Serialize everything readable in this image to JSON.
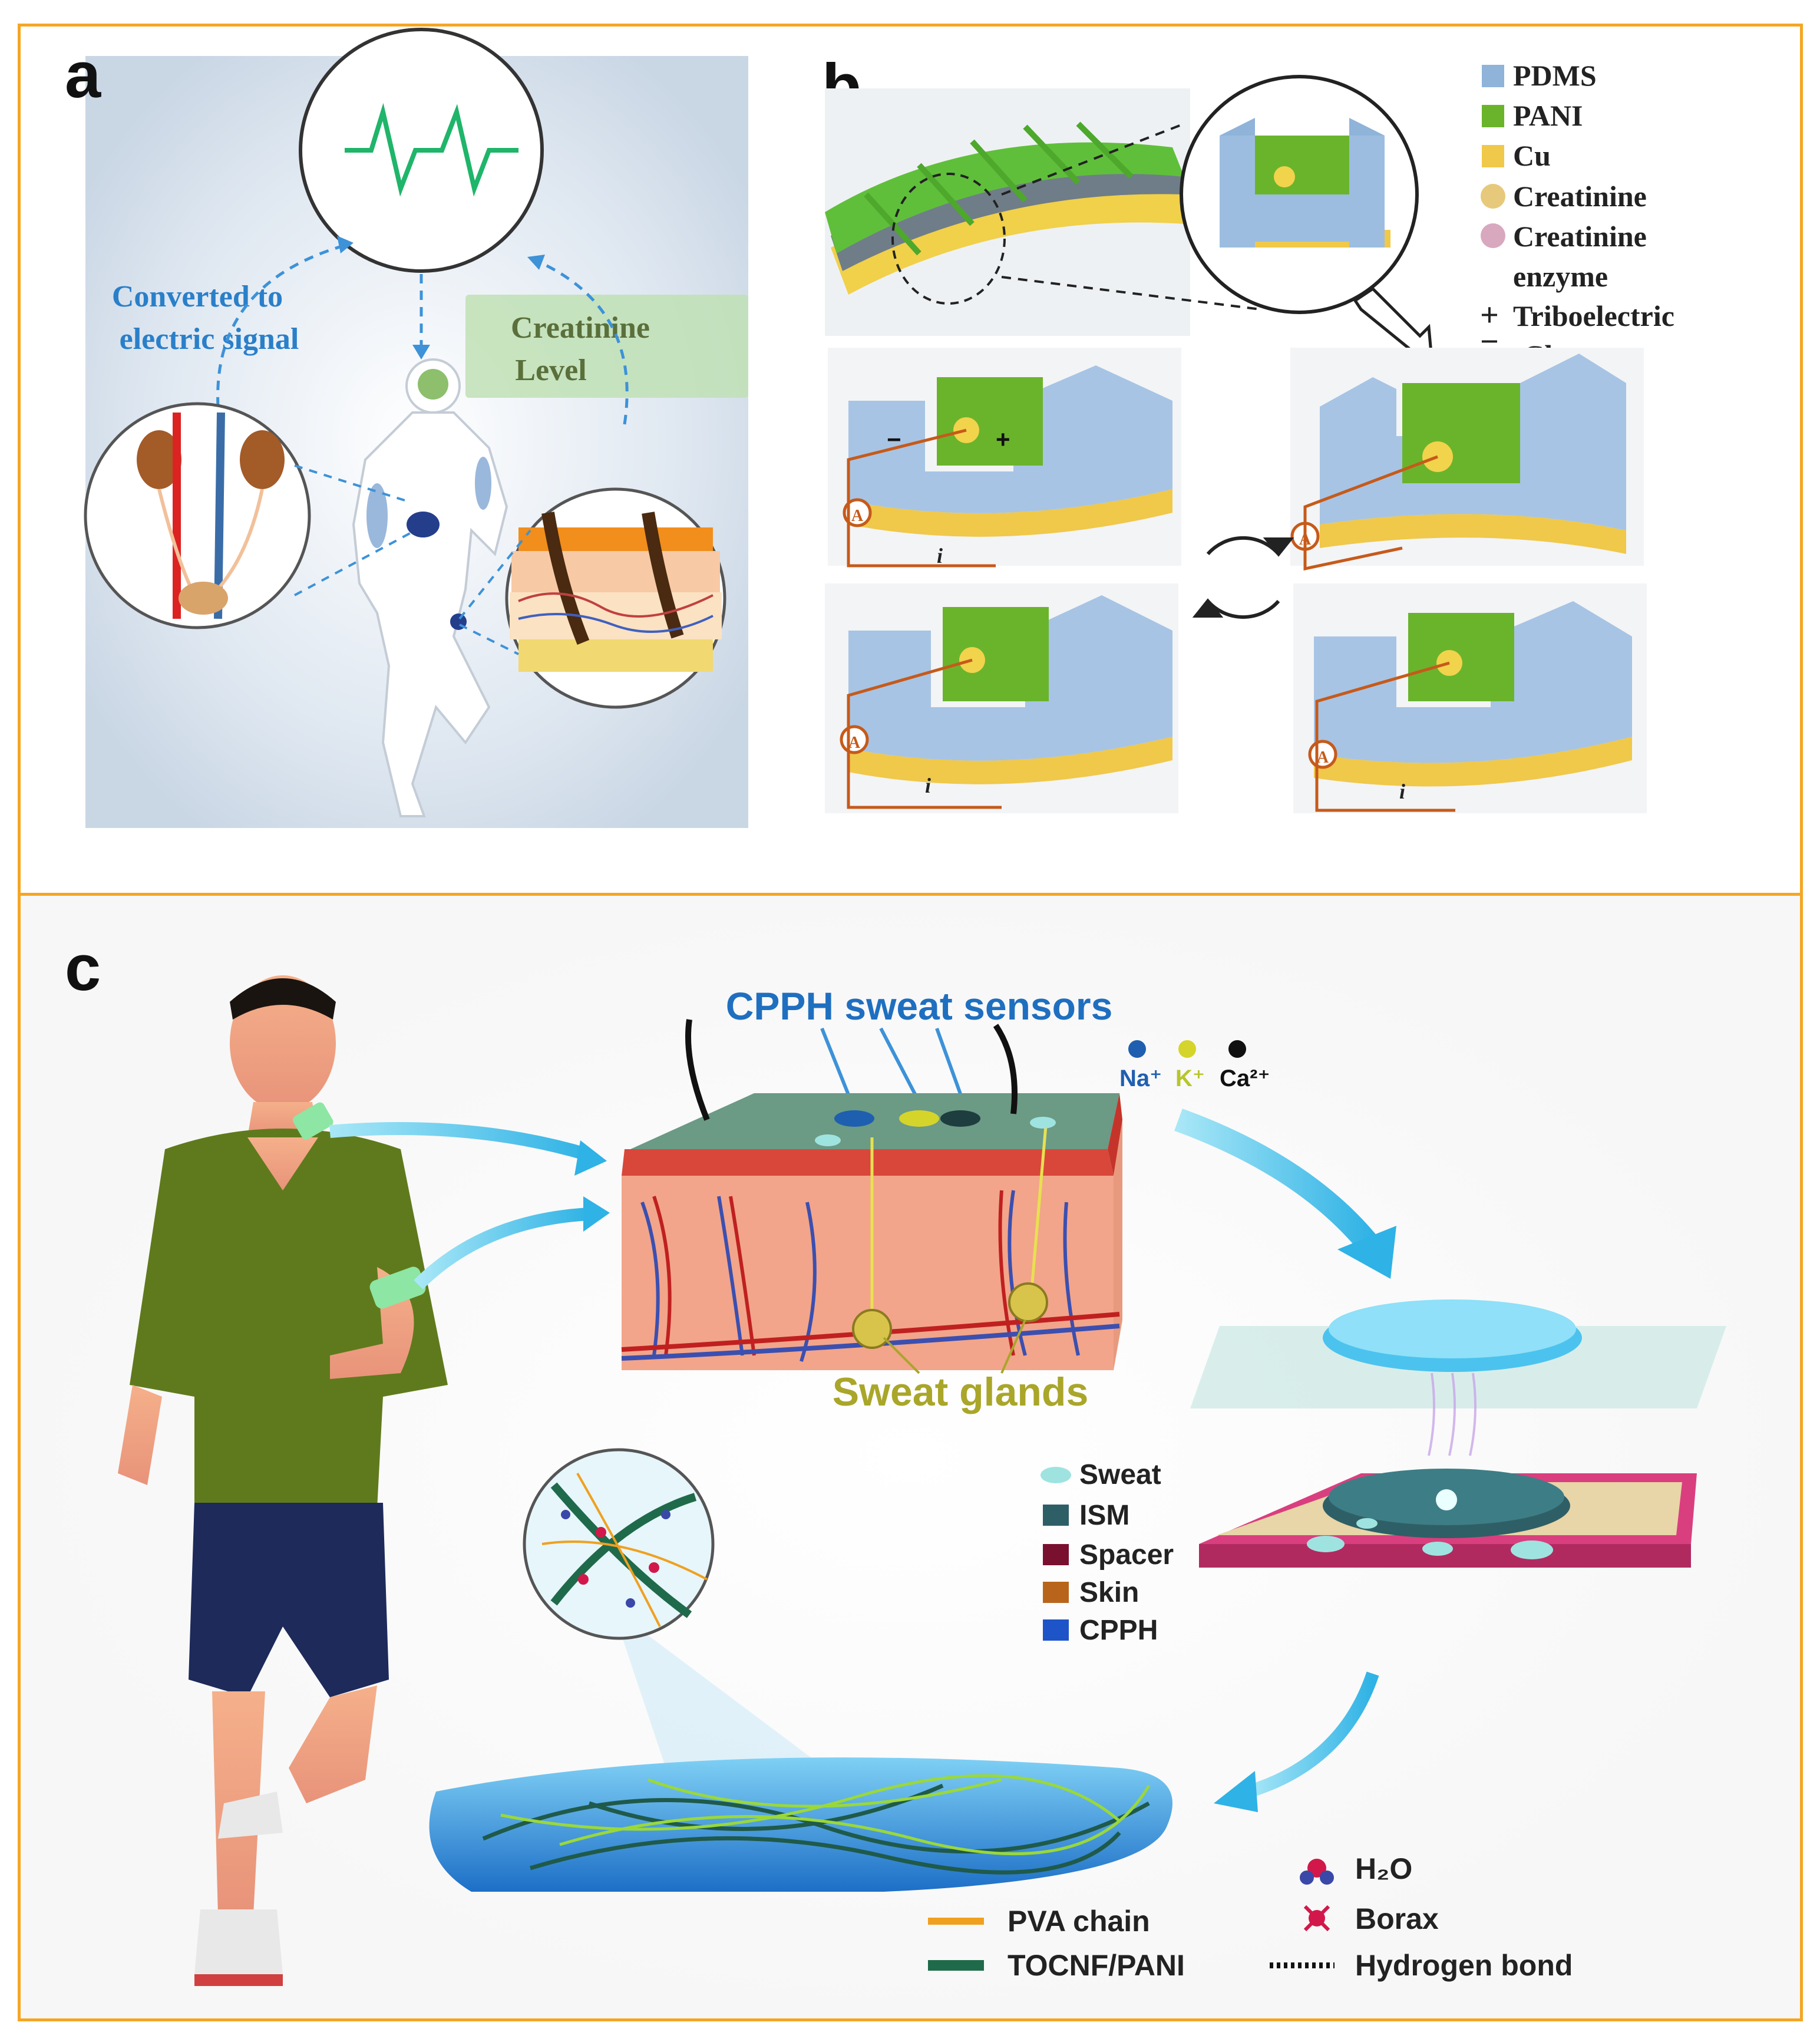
{
  "panels": {
    "a": "a",
    "b": "b",
    "c": "c"
  },
  "panel_a": {
    "converted_line1": "Converted to",
    "converted_line2": "electric signal",
    "creatinine_line1": "Creatinine",
    "creatinine_line2": "Level"
  },
  "panel_b": {
    "legend": [
      {
        "label": "PDMS",
        "swatch": "#8fb3d9"
      },
      {
        "label": "PANI",
        "swatch": "#6ab42c"
      },
      {
        "label": "Cu",
        "swatch": "#f0c84a"
      },
      {
        "label": "Creatinine",
        "swatch": "#e6c97a"
      },
      {
        "label": "Creatinine",
        "swatch": "#d8a8bf"
      },
      {
        "label": "enzyme",
        "swatch": ""
      }
    ],
    "charge_line1": "Triboelectric",
    "charge_line2": "Charges",
    "plus_sign": "+",
    "minus_sign": "−",
    "ammeter": "A",
    "current": "i"
  },
  "panel_c": {
    "title": "CPPH sweat sensors",
    "ions": [
      {
        "label": "Na⁺",
        "color": "#1f5fb0"
      },
      {
        "label": "K⁺",
        "color": "#b7c62a"
      },
      {
        "label": "Ca²⁺",
        "color": "#111111"
      }
    ],
    "glands": "Sweat glands",
    "layers": [
      {
        "label": "Sweat",
        "color": "#9fe3e0"
      },
      {
        "label": "ISM",
        "color": "#2f5f66"
      },
      {
        "label": "Spacer",
        "color": "#7a1030"
      },
      {
        "label": "Skin",
        "color": "#b8651b"
      },
      {
        "label": "CPPH",
        "color": "#1d55c8"
      }
    ],
    "legend_bottom": [
      {
        "label": "PVA chain"
      },
      {
        "label": "TOCNF/PANI"
      },
      {
        "label": "H₂O"
      },
      {
        "label": "Borax"
      },
      {
        "label": "Hydrogen bond"
      }
    ]
  }
}
